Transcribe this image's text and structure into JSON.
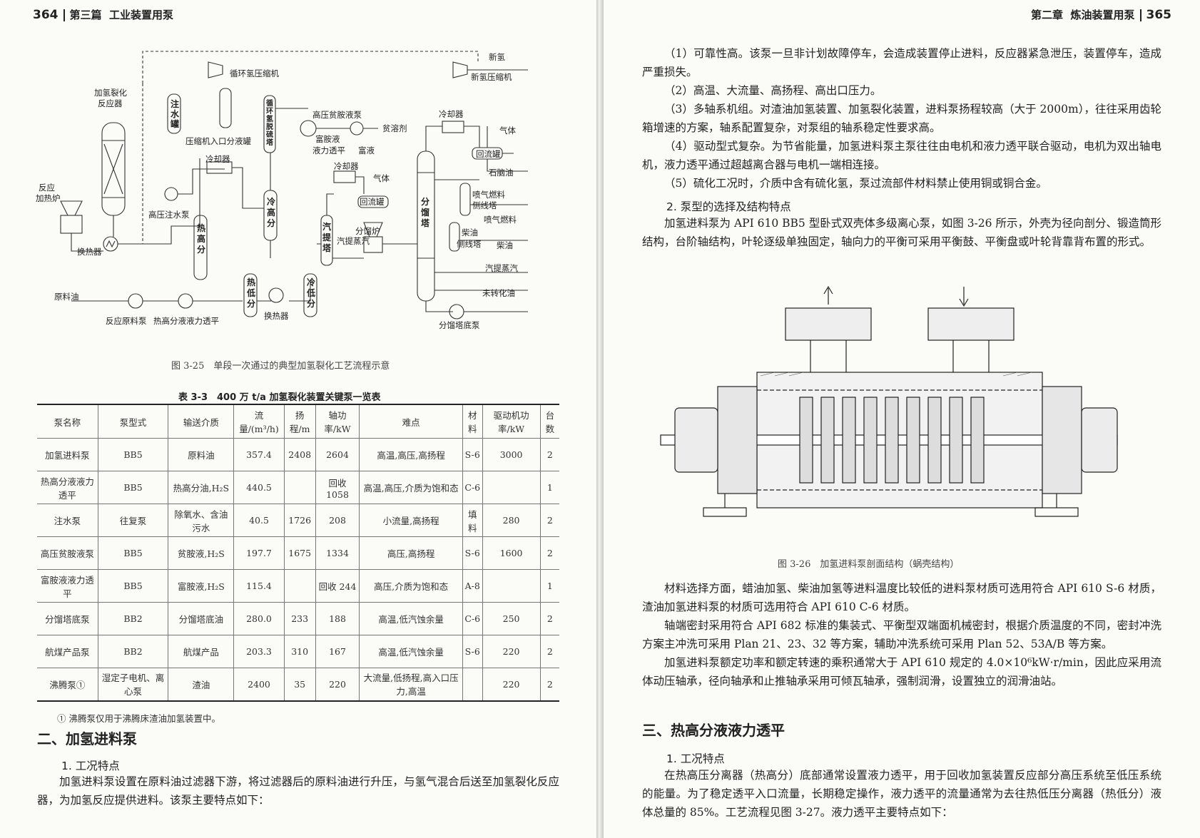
{
  "left_page": {
    "page_number": "364",
    "section": "第三篇",
    "section_title": "工业装置用泵",
    "figure": {
      "caption": "图 3-25　单段一次通过的典型加氢裂化工艺流程示意",
      "labels": {
        "new_h2": "新氢",
        "new_h2_compressor": "新氢压缩机",
        "recycle_compressor": "循环氢压缩机",
        "reactor": "加氢裂化反应器",
        "reactor_line1": "加氢裂化",
        "reactor_line2": "反应器",
        "water_tank": "注水罐",
        "comp_inlet_drum": "压缩机入口分液罐",
        "desulf_tower": "循环氢脱硫塔",
        "hp_lean_amine_pump": "高压贫胺液泵",
        "rich_amine_turbine": "富胺液液力透平",
        "rich_amine_line1": "富胺液",
        "rich_amine_line2": "液力透平",
        "rich_amine": "富液",
        "lean_solvent": "贫溶剂",
        "cooler": "冷却器",
        "gas": "气体",
        "reflux_drum": "回流罐",
        "naphtha": "石脑油",
        "jet_fuel_side": "喷气燃料侧线塔",
        "jet_side_line1": "喷气燃料",
        "jet_side_line2": "侧线塔",
        "jet_fuel": "喷气燃料",
        "diesel_side": "柴油侧线塔",
        "diesel_side_line1": "柴油",
        "diesel_side_line2": "侧线塔",
        "diesel": "柴油",
        "reaction_furnace": "反应加热炉",
        "furnace_line1": "反应",
        "furnace_line2": "加热炉",
        "hp_water_pump": "高压注水泵",
        "cold_hp_sep": "冷高分",
        "fractionator_furnace": "分馏炉",
        "stripper": "汽提塔",
        "stripping_steam": "汽提蒸汽",
        "fractionator": "分馏塔",
        "heat_exchanger": "换热器",
        "hot_hp_sep": "热高分",
        "feed_oil": "原料油",
        "steam": "汽提蒸汽",
        "unconverted_oil": "未转化油",
        "hot_lp_sep": "热低分",
        "cold_lp_sep": "冷低分",
        "feed_pump": "反应原料泵",
        "hot_hp_turbine": "热高分液液力透平",
        "exchanger2": "换热器",
        "bottom_pump": "分馏塔底泵"
      }
    },
    "table": {
      "title": "表 3-3　400 万 t/a 加氢裂化装置关键泵一览表",
      "headers": [
        "泵名称",
        "泵型式",
        "输送介质",
        "流量/(m³/h)",
        "扬程/m",
        "轴功率/kW",
        "难点",
        "材料",
        "驱动机功率/kW",
        "台数"
      ],
      "rows": [
        [
          "加氢进料泵",
          "BB5",
          "原料油",
          "357.4",
          "2408",
          "2604",
          "高温,高压,高扬程",
          "S-6",
          "3000",
          "2"
        ],
        [
          "热高分液液力透平",
          "BB5",
          "热高分油,H₂S",
          "440.5",
          "",
          "回收 1058",
          "高温,高压,介质为饱和态",
          "C-6",
          "",
          "1"
        ],
        [
          "注水泵",
          "往复泵",
          "除氧水、含油污水",
          "40.5",
          "1726",
          "208",
          "小流量,高扬程",
          "填料",
          "280",
          "2"
        ],
        [
          "高压贫胺液泵",
          "BB5",
          "贫胺液,H₂S",
          "197.7",
          "1675",
          "1334",
          "高压,高扬程",
          "S-6",
          "1600",
          "2"
        ],
        [
          "富胺液液力透平",
          "BB5",
          "富胺液,H₂S",
          "115.4",
          "",
          "回收 244",
          "高压,介质为饱和态",
          "A-8",
          "",
          "1"
        ],
        [
          "分馏塔底泵",
          "BB2",
          "分馏塔底油",
          "280.0",
          "233",
          "188",
          "高温,低汽蚀余量",
          "C-6",
          "250",
          "2"
        ],
        [
          "航煤产品泵",
          "BB2",
          "航煤产品",
          "203.3",
          "310",
          "167",
          "高温,低汽蚀余量",
          "S-6",
          "220",
          "2"
        ],
        [
          "沸腾泵①",
          "湿定子电机、离心泵",
          "渣油",
          "2400",
          "35",
          "220",
          "大流量,低扬程,高入口压力,高温",
          "",
          "220",
          "2"
        ]
      ],
      "footnote": "① 沸腾泵仅用于沸腾床渣油加氢装置中。"
    },
    "heading_section": "二、加氢进料泵",
    "heading_sub": "1. 工况特点",
    "para1": "加氢进料泵设置在原料油过滤器下游，将过滤器后的原料油进行升压，与氢气混合后送至加氢裂化反应器，为加氢反应提供进料。该泵主要特点如下："
  },
  "right_page": {
    "page_number": "365",
    "chapter": "第二章",
    "chapter_title": "炼油装置用泵",
    "items": [
      "（1）可靠性高。该泵一旦非计划故障停车，会造成装置停止进料，反应器紧急泄压，装置停车，造成严重损失。",
      "（2）高温、大流量、高扬程、高出口压力。",
      "（3）多轴系机组。对渣油加氢装置、加氢裂化装置，进料泵扬程较高（大于 2000m），往往采用齿轮箱增速的方案，轴系配置复杂，对泵组的轴系稳定性要求高。",
      "（4）驱动型式复杂。为节省能量，加氢进料泵主泵往往由电机和液力透平联合驱动，电机为双出轴电机，液力透平通过超越离合器与电机一端相连接。",
      "（5）硫化工况时，介质中含有硫化氢，泵过流部件材料禁止使用铜或铜合金。"
    ],
    "sub2": "2. 泵型的选择及结构特点",
    "para_struct": "加氢进料泵为 API 610 BB5 型卧式双壳体多级离心泵，如图 3-26 所示，外壳为径向剖分、锻造筒形结构，台阶轴结构，叶轮逐级单独固定，轴向力的平衡可采用平衡鼓、平衡盘或叶轮背靠背布置的形式。",
    "figure_caption": "图 3-26　加氢进料泵剖面结构（蜗壳结构）",
    "para_mat": "材料选择方面，蜡油加氢、柴油加氢等进料温度比较低的进料泵材质可选用符合 API 610 S-6 材质，渣油加氢进料泵的材质可选用符合 API 610 C-6 材质。",
    "para_seal": "轴端密封采用符合 API 682 标准的集装式、平衡型双端面机械密封，根据介质温度的不同，密封冲洗方案主冲洗可采用 Plan 21、23、32 等方案，辅助冲洗系统可采用 Plan 52、53A/B 等方案。",
    "para_power": "加氢进料泵额定功率和额定转速的乘积通常大于 API 610 规定的 4.0×10⁶kW·r/min，因此应采用流体动压轴承，径向轴承和止推轴承采用可倾瓦轴承，强制润滑，设置独立的润滑油站。",
    "heading_section3": "三、热高分液液力透平",
    "heading_sub3": "1. 工况特点",
    "para_turbine": "在热高压分离器（热高分）底部通常设置液力透平，用于回收加氢装置反应部分高压系统至低压系统的能量。为了稳定透平入口流量，长期稳定操作，液力透平的流量通常为去往热低压分离器（热低分）液体总量的 85%。工艺流程见图 3-27。液力透平主要特点如下："
  }
}
